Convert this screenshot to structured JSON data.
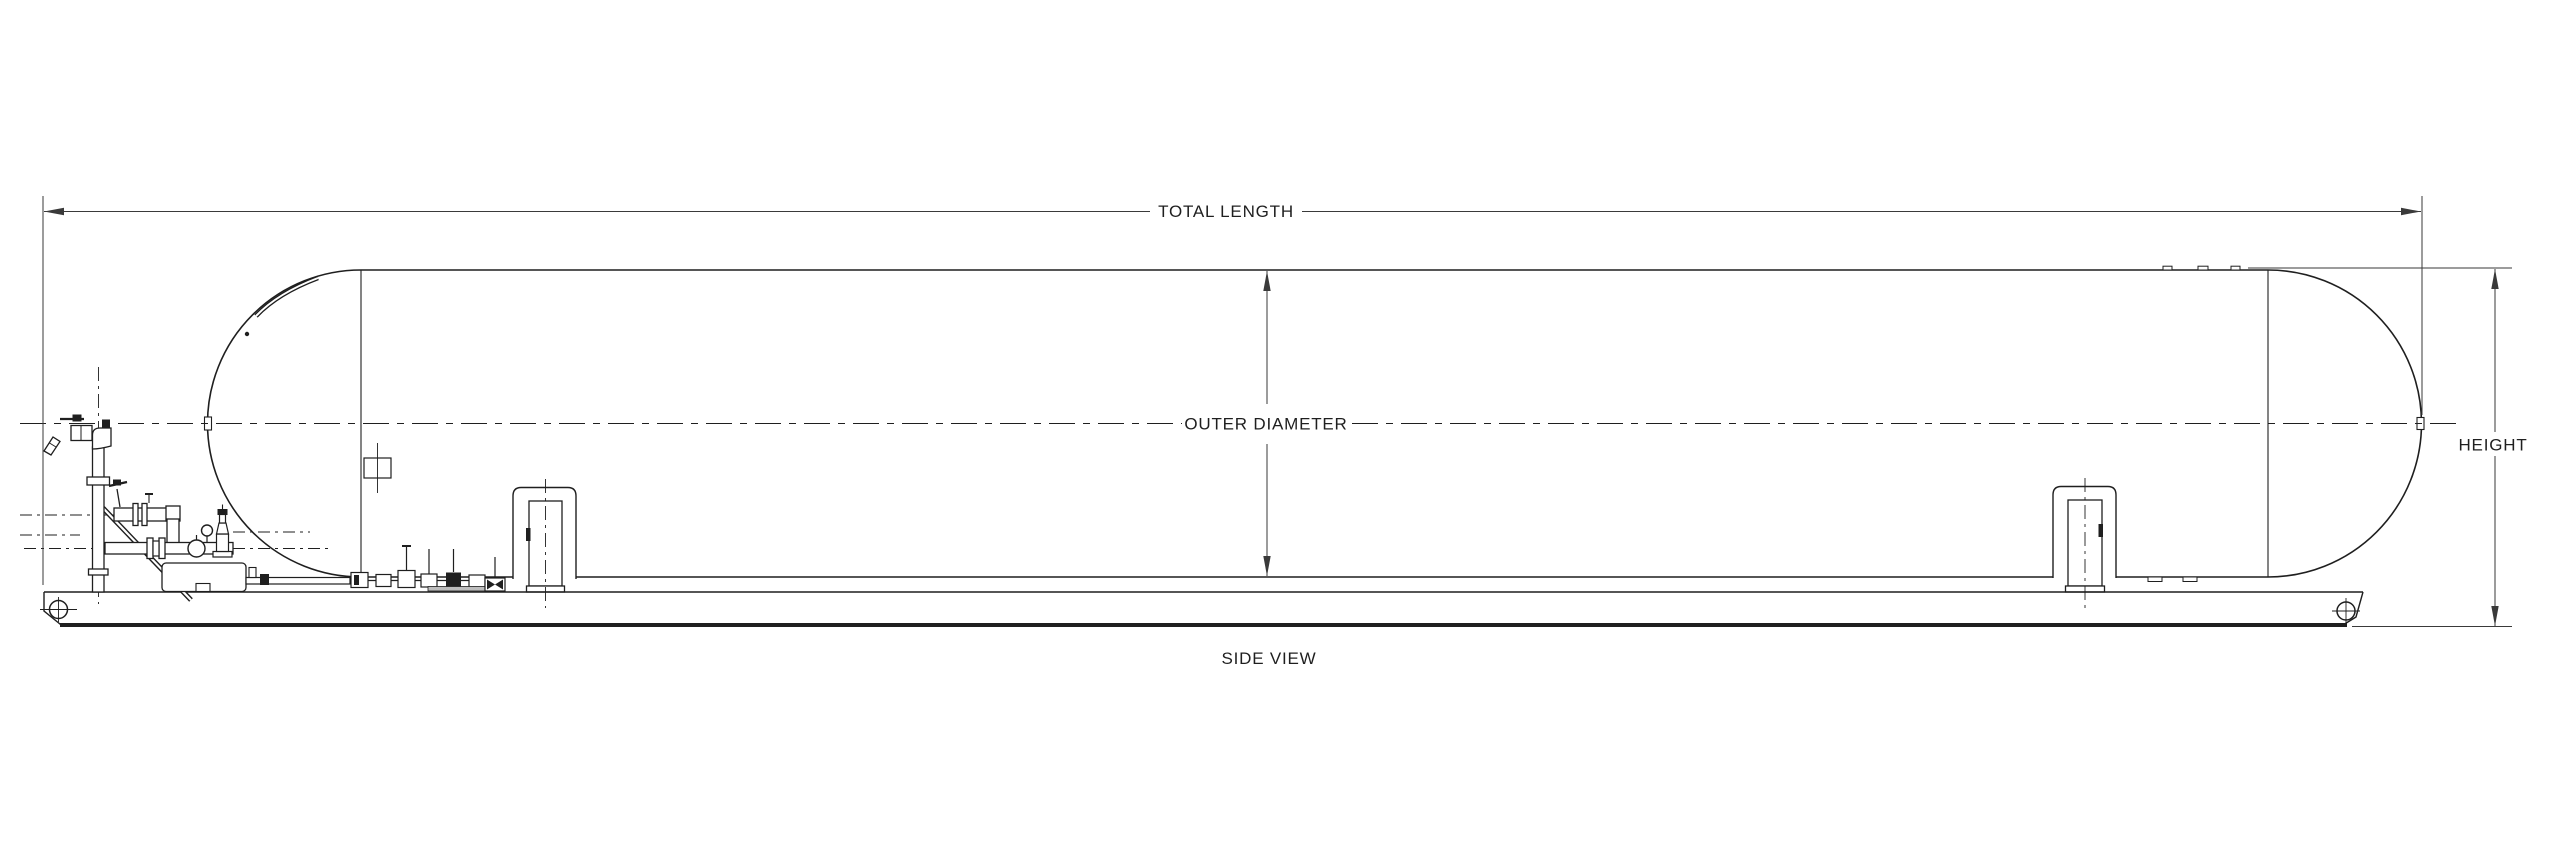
{
  "drawing": {
    "view_label": "SIDE VIEW",
    "dimensions": {
      "total_length": "TOTAL LENGTH",
      "outer_diameter": "OUTER DIAMETER",
      "height": "HEIGHT"
    }
  },
  "colors": {
    "ink": "#1f1f1f",
    "dim": "#3a3a3a",
    "background": "#ffffff"
  }
}
